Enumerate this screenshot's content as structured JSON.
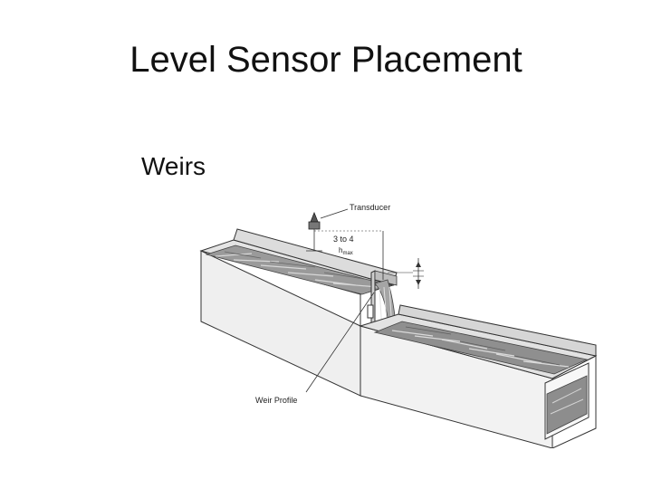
{
  "slide": {
    "title": "Level Sensor Placement",
    "bullet": "Weirs"
  },
  "figure": {
    "labels": {
      "transducer": "Transducer",
      "distance_top": "3 to 4",
      "distance_h": "h",
      "distance_sub": "max",
      "weir_profile": "Weir Profile"
    }
  }
}
